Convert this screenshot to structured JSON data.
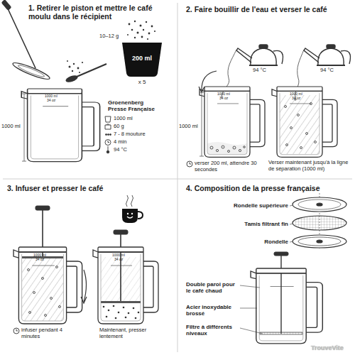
{
  "diagram": {
    "nodes": [
      {
        "text": [
          "1. Retirer le piston et mettre le café moulu dans le récipient"
        ]
      },
      {
        "text": [
          "200 ml"
        ],
        "in": 0
      },
      {
        "text": [
          "2. Faire bouillir de l'eau et verser le café"
        ]
      },
      {
        "text": [
          "3. Infuser et presser le café"
        ]
      },
      {
        "text": [
          "4. Composition de la presse française"
        ]
      }
    ],
    "labels": [
      "10–12 g",
      "x 5",
      "1000 ml",
      "34 oz",
      "1000 ml",
      "Groenenberg Presse Française",
      "1000 ml",
      "60 g",
      "7 - 8 mouture",
      "4 min",
      "94 °C",
      "94 °C",
      "94 °C",
      "1000 ml",
      "1000 ml",
      "34 oz",
      "1000 ml",
      "34 oz",
      "verser 200 ml, attendre 30 secondes",
      "Verser maintenant jusqu'à la ligne de séparation (1000 ml)",
      "1000 ml",
      "34 oz",
      "1000 ml",
      "34 oz",
      "infuser pendant 4 minutes",
      "Maintenant, presser lentement",
      "Rondelle supérieure",
      "Tamis filtrant fin",
      "Rondelle",
      "Double paroi pour le café chaud",
      "Acier inoxydable brossé",
      "Filtre à différents niveaux",
      "TrouveVite"
    ]
  }
}
